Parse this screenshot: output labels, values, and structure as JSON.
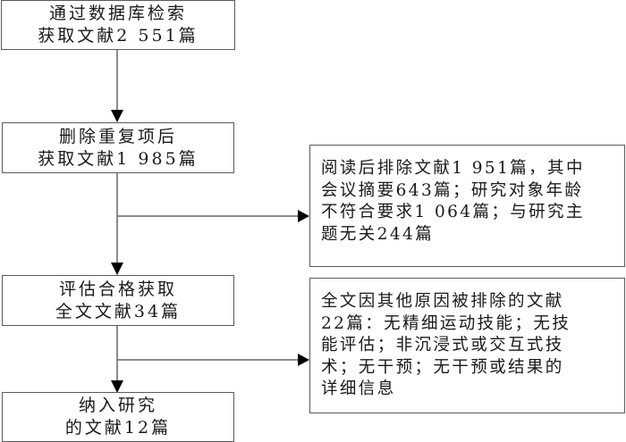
{
  "flowchart": {
    "steps": [
      {
        "line1": "通过数据库检索",
        "line2": "获取文献2 551篇"
      },
      {
        "line1": "删除重复项后",
        "line2": "获取文献1 985篇"
      },
      {
        "line1": "评估合格获取",
        "line2": "全文文献34篇"
      },
      {
        "line1": "纳入研究",
        "line2": "的文献12篇"
      }
    ],
    "exclusions": [
      {
        "lines": [
          "阅读后排除文献1 951篇，其中",
          "会议摘要643篇；研究对象年龄",
          "不符合要求1 064篇；与研究主",
          "题无关244篇"
        ]
      },
      {
        "lines": [
          "全文因其他原因被排除的文献",
          "22篇：无精细运动技能；无技",
          "能评估；非沉浸式或交互式技",
          "术；无干预；无干预或结果的",
          "详细信息"
        ]
      }
    ]
  }
}
